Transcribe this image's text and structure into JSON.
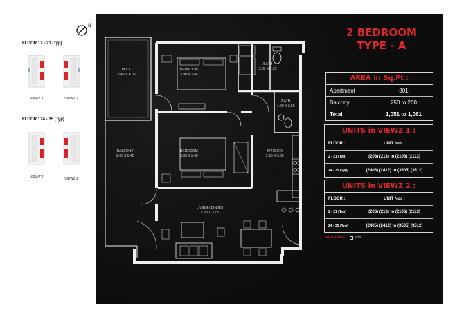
{
  "keyplan": {
    "floor_a_label": "FLOOR : 2 - 21 (Typ)",
    "floor_b_label": "FLOOR : 24 - 35 (Typ)",
    "view1_label": "VIEWZ 1",
    "view2_label": "VIEWZ 2"
  },
  "plan": {
    "rooms": {
      "pool": "POOL\n2.45 X 4.00",
      "bedroom1": "BEDROOM\n3.80 X 3.45",
      "bath1": "BATH\n2.32 X 2.25",
      "bath2": "BATH\n1.60 X 2.50",
      "bedroom2": "BEDROOM\n3.65 X 3.40",
      "balcony": "BALCONY\n2.45 X 6.45",
      "kitchen": "KITCHEN\n2.95 X 3.30",
      "living": "LIVING / DINING\n7.25 X 3.75"
    }
  },
  "title": {
    "line1": "2 BEDROOM",
    "line2": "TYPE - A"
  },
  "area": {
    "heading": "AREA in Sq.Ft :",
    "rows": [
      {
        "label": "Apartment",
        "value": "801"
      },
      {
        "label": "Balcony",
        "value": "250 to 260"
      },
      {
        "label": "Total",
        "value": "1,051 to 1,061"
      }
    ]
  },
  "units1": {
    "heading": "UNITS in VIEWZ 1 :",
    "header": {
      "floor": "FLOOR :",
      "units": "UNIT Nos :"
    },
    "rows": [
      {
        "floor": "2 - 21 (Typ)",
        "units": "(206) (213) to (2106) (2113)"
      },
      {
        "floor": "24 - 35 (Typ)",
        "units": "(2405) (2412) to (3505) (3512)"
      }
    ]
  },
  "units2": {
    "heading": "UNITS in VIEWZ 2 :",
    "header": {
      "floor": "FLOOR :",
      "units": "UNIT Nos :"
    },
    "rows": [
      {
        "floor": "2 - 21 (Typ)",
        "units": "(206) (213) to (2106) (2113)"
      },
      {
        "floor": "24 - 35 (Typ)",
        "units": "(2405) (2412) to (3505) (3512)"
      }
    ]
  },
  "features": {
    "label": "FEATURES :",
    "item": "Pool"
  },
  "colors": {
    "accent": "#e0262a",
    "background": "#111111"
  },
  "icons": [
    "north-compass-icon",
    "checkbox-icon"
  ]
}
